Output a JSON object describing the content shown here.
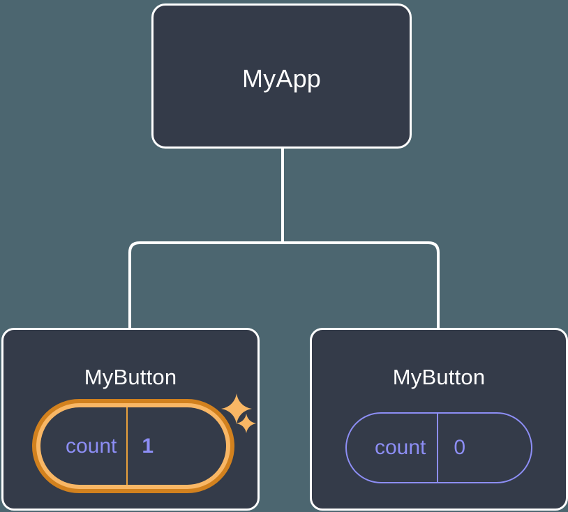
{
  "diagram": {
    "type": "component-tree",
    "background_color": "#4c6670",
    "node_fill_color": "#343b49",
    "node_border_color": "#ffffff",
    "connector_color": "#ffffff",
    "state_accent_color": "#8d8ef5",
    "highlight_outer_color": "#d2811e",
    "highlight_inner_color": "#f9b765",
    "highlight_divider_color": "#e9a13c"
  },
  "root": {
    "label": "MyApp"
  },
  "children": [
    {
      "label": "MyButton",
      "state": {
        "key": "count",
        "value": "1"
      },
      "highlighted": true,
      "sparkles": [
        "sparkle-large-icon",
        "sparkle-small-icon"
      ]
    },
    {
      "label": "MyButton",
      "state": {
        "key": "count",
        "value": "0"
      },
      "highlighted": false
    }
  ]
}
